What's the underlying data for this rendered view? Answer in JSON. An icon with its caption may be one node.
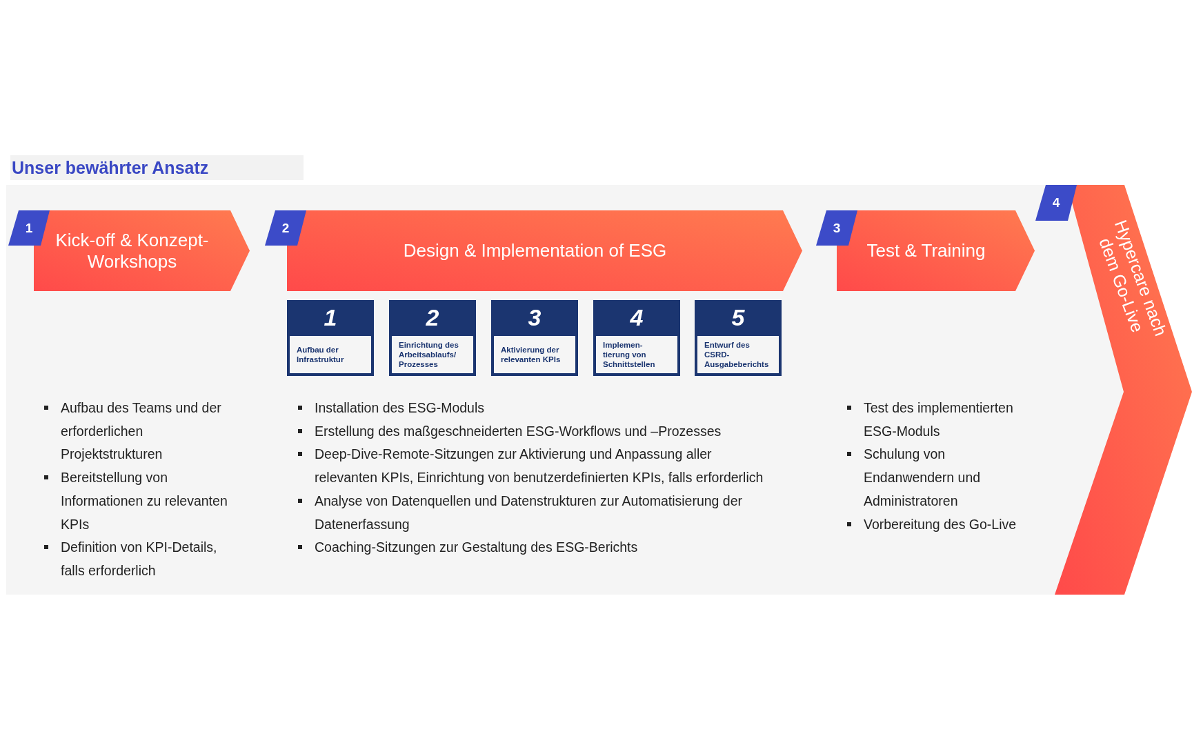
{
  "diagram": {
    "title": "Unser bewährter Ansatz",
    "nodes": [
      {
        "text": [
          "1"
        ]
      },
      {
        "text": [
          "Kick-off & Konzept-Workshops"
        ],
        "beside": [
          "Aufbau des Teams und der erforderlichen Projektstrukturen",
          "Bereitstellung von Informationen zu relevanten KPIs",
          "Definition von KPI-Details, falls erforderlich"
        ]
      },
      {
        "text": [
          "2"
        ]
      },
      {
        "text": [
          "Design & Implementation of ESG"
        ],
        "beside": [
          "Installation des ESG-Moduls",
          "Erstellung des maßgeschneiderten ESG-Workflows und –Prozesses",
          "Deep-Dive-Remote-Sitzungen zur Aktivierung und Anpassung aller relevanten KPIs, Einrichtung von benutzerdefinierten KPIs, falls erforderlich",
          "Analyse von Datenquellen und Datenstrukturen zur Automatisierung der Datenerfassung",
          "Coaching-Sitzungen zur Gestaltung des ESG-Berichts"
        ]
      },
      {
        "text": [
          "1",
          "Aufbau der Infrastruktur"
        ]
      },
      {
        "text": [
          "2",
          "Einrichtung des Arbeitsablaufs/ Prozesses"
        ]
      },
      {
        "text": [
          "3",
          "Aktivierung der relevanten KPIs"
        ]
      },
      {
        "text": [
          "4",
          "Implemen- tierung von Schnittstellen"
        ]
      },
      {
        "text": [
          "5",
          "Entwurf des CSRD- Ausgabeberichts"
        ]
      },
      {
        "text": [
          "3"
        ]
      },
      {
        "text": [
          "Test & Training"
        ],
        "beside": [
          "Test des implementierten ESG-Moduls",
          "Schulung von Endanwendern und Administratoren",
          "Vorbereitung des Go-Live"
        ]
      },
      {
        "text": [
          "4"
        ]
      },
      {
        "text": [
          "Hypercare nach dem Go-Live"
        ]
      }
    ]
  }
}
